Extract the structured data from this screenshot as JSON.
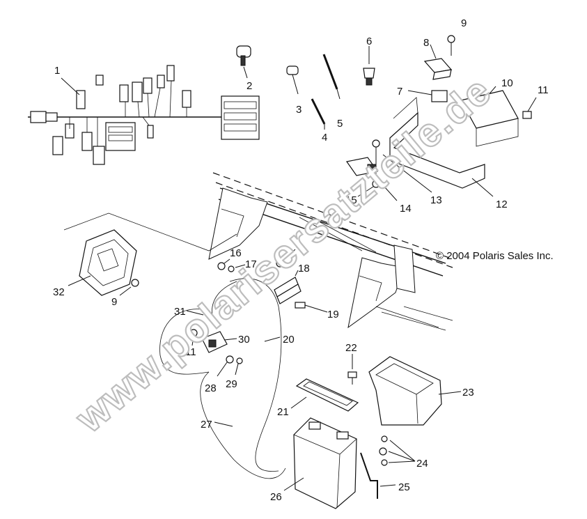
{
  "copyright": "© 2004 Polaris Sales Inc.",
  "watermark": "www.polarisersatzteile.de",
  "callouts": [
    {
      "id": "callout-1",
      "text": "1"
    },
    {
      "id": "callout-2",
      "text": "2"
    },
    {
      "id": "callout-3",
      "text": "3"
    },
    {
      "id": "callout-4",
      "text": "4"
    },
    {
      "id": "callout-5",
      "text": "5"
    },
    {
      "id": "callout-6",
      "text": "6"
    },
    {
      "id": "callout-7",
      "text": "7"
    },
    {
      "id": "callout-8",
      "text": "8"
    },
    {
      "id": "callout-9a",
      "text": "9"
    },
    {
      "id": "callout-9b",
      "text": "9"
    },
    {
      "id": "callout-9c",
      "text": "9"
    },
    {
      "id": "callout-10",
      "text": "10"
    },
    {
      "id": "callout-11a",
      "text": "11"
    },
    {
      "id": "callout-11b",
      "text": "11"
    },
    {
      "id": "callout-12",
      "text": "12"
    },
    {
      "id": "callout-13",
      "text": "13"
    },
    {
      "id": "callout-14",
      "text": "14"
    },
    {
      "id": "callout-15",
      "text": "15"
    },
    {
      "id": "callout-16",
      "text": "16"
    },
    {
      "id": "callout-17",
      "text": "17"
    },
    {
      "id": "callout-18",
      "text": "18"
    },
    {
      "id": "callout-19",
      "text": "19"
    },
    {
      "id": "callout-20",
      "text": "20"
    },
    {
      "id": "callout-21",
      "text": "21"
    },
    {
      "id": "callout-22",
      "text": "22"
    },
    {
      "id": "callout-23",
      "text": "23"
    },
    {
      "id": "callout-24",
      "text": "24"
    },
    {
      "id": "callout-25",
      "text": "25"
    },
    {
      "id": "callout-26",
      "text": "26"
    },
    {
      "id": "callout-27",
      "text": "27"
    },
    {
      "id": "callout-28",
      "text": "28"
    },
    {
      "id": "callout-29",
      "text": "29"
    },
    {
      "id": "callout-30",
      "text": "30"
    },
    {
      "id": "callout-31",
      "text": "31"
    },
    {
      "id": "callout-32",
      "text": "32"
    }
  ]
}
